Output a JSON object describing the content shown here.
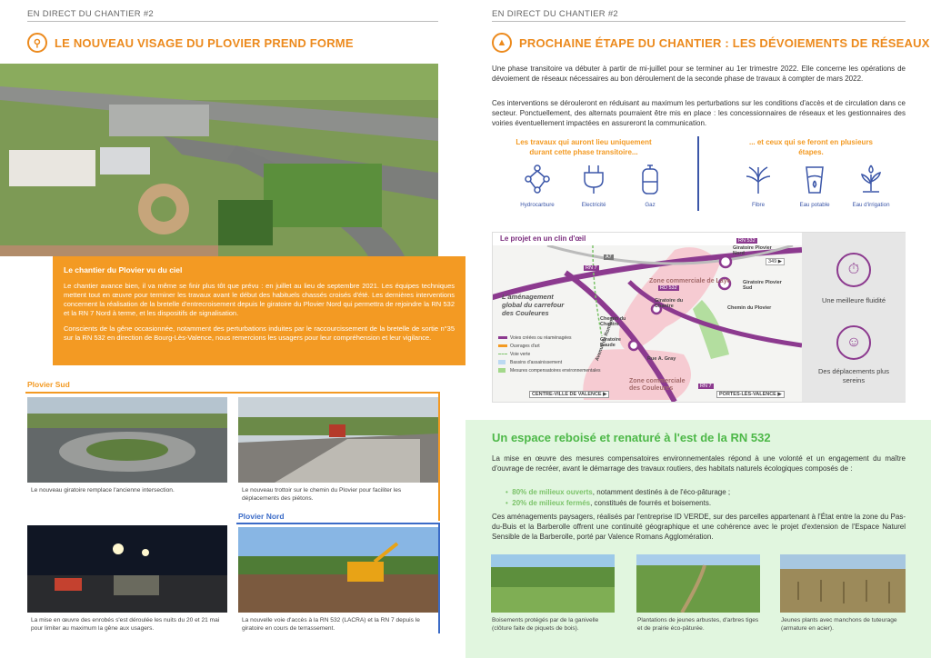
{
  "left": {
    "header": "EN DIRECT DU CHANTIER #2",
    "title": "LE NOUVEAU VISAGE DU PLOVIER PREND FORME",
    "info_box": {
      "heading": "Le chantier du Plovier vu du ciel",
      "para1": "Le chantier avance bien, il va même se finir plus tôt que prévu : en juillet au lieu de septembre 2021. Les équipes techniques mettent tout en œuvre pour terminer les travaux avant le début des habituels chassés croisés d'été. Les dernières interventions concernent la réalisation de la bretelle d'entrecroisement depuis le giratoire du Plovier Nord qui permettra de rejoindre la RN 532 et la RN 7 Nord à terme, et les dispositifs de signalisation.",
      "para2": "Conscients de la gêne occasionnée, notamment des perturbations induites par le raccourcissement de la bretelle de sortie n°35 sur la RN 532 en direction de Bourg-Lès-Valence, nous remercions les usagers pour leur compréhension et leur vigilance."
    },
    "plovier_sud_label": "Plovier Sud",
    "plovier_nord_label": "Plovier Nord",
    "captions": {
      "c1": "Le nouveau giratoire remplace l'ancienne intersection.",
      "c2": "Le nouveau trottoir sur le chemin du Plovier pour faciliter les déplacements des piétons.",
      "c3": "La mise en œuvre des enrobés s'est déroulée les nuits du 20 et 21 mai pour limiter au maximum la gêne aux usagers.",
      "c4": "La nouvelle voie d'accès à la RN 532 (LACRA) et la RN 7 depuis le giratoire en cours de terrassement."
    }
  },
  "right": {
    "header": "EN DIRECT DU CHANTIER #2",
    "title": "PROCHAINE ÉTAPE DU CHANTIER : LES DÉVOIEMENTS DE RÉSEAUX",
    "para1": "Une phase transitoire va débuter à partir de mi-juillet pour se terminer au 1er trimestre 2022. Elle concerne les opérations de dévoiement de réseaux nécessaires au bon déroulement de la seconde phase de travaux à compter de mars 2022.",
    "para2": "Ces interventions se dérouleront en réduisant au maximum les perturbations sur les conditions d'accès et de circulation dans ce secteur. Ponctuellement, des alternats pourraient être mis en place : les concessionnaires de réseaux et les gestionnaires des voiries éventuellement impactées en assureront la communication.",
    "col1_title": "Les travaux qui auront lieu uniquement durant  cette phase transitoire...",
    "col2_title": "... et ceux qui se feront en plusieurs étapes.",
    "networks1": [
      "Hydrocarbure",
      "Electricité",
      "Gaz"
    ],
    "networks2": [
      "Fibre",
      "Eau potable",
      "Eau d'irrigation"
    ],
    "map": {
      "title": "Le projet en un clin d'œil",
      "heading": "L'aménagement global du carrefour des Couleures",
      "zone1": "Zone commerciale de Laye",
      "zone2": "Zone commerciale des Couleures",
      "giratoire_nord": "Giratoire Plovier Nord",
      "giratoire_sud": "Giratoire Plovier Sud",
      "chemin_plovier": "Chemin du Plovier",
      "chemin_chantre": "Chemin du Chantre",
      "giratoire_chantre": "Giratoire du Chantre",
      "giratoire_baude": "Giratoire Baude",
      "rue_oradour": "Rue A. Gray",
      "avenue": "Avenue de Romans",
      "roads": [
        "A7",
        "RN 532",
        "RN 7",
        "RD 532",
        "RN 7",
        "RN 7",
        "RN 7"
      ],
      "exits": [
        "349 ▶"
      ],
      "legend": [
        "Voies créées ou réaménagées",
        "Ouvrages d'art",
        "Voie verte",
        "Bassins d'assainissement",
        "Mesures compensatoires environnementales"
      ],
      "bottom_left": "CENTRE-VILLE DE VALENCE ▶",
      "bottom_right": "PORTES-LÈS-VALENCE ▶",
      "benefit1": "Une meilleure fluidité",
      "benefit2": "Des déplacements plus sereins"
    },
    "green": {
      "title": "Un espace reboisé et renaturé à l'est de la RN 532",
      "para1": "La mise en œuvre des mesures compensatoires environnementales répond à une volonté et un engagement du maître d'ouvrage de recréer, avant le démarrage des travaux routiers, des habitats naturels écologiques composés de :",
      "bullet1_strong": "80% de milieux ouverts",
      "bullet1_rest": ", notamment destinés à de l'éco-pâturage ;",
      "bullet2_strong": "20% de milieux fermés",
      "bullet2_rest": ", constitués de fourrés et boisements.",
      "para2": "Ces aménagements paysagers, réalisés par l'entreprise ID VERDE, sur des parcelles appartenant à l'État entre la zone du Pas-du-Buis et la Barberolle offrent une continuité géographique et une cohérence avec le projet d'extension de l'Espace Naturel Sensible de la Barberolle, porté par Valence Romans Agglomération.",
      "cap1": "Boisements protégés par de la ganivelle (clôture faite de piquets de bois).",
      "cap2": "Plantations de jeunes arbustes, d'arbres tiges et de prairie éco-pâturée.",
      "cap3": "Jeunes plants avec manchons de tuteurage (armature en acier)."
    }
  }
}
